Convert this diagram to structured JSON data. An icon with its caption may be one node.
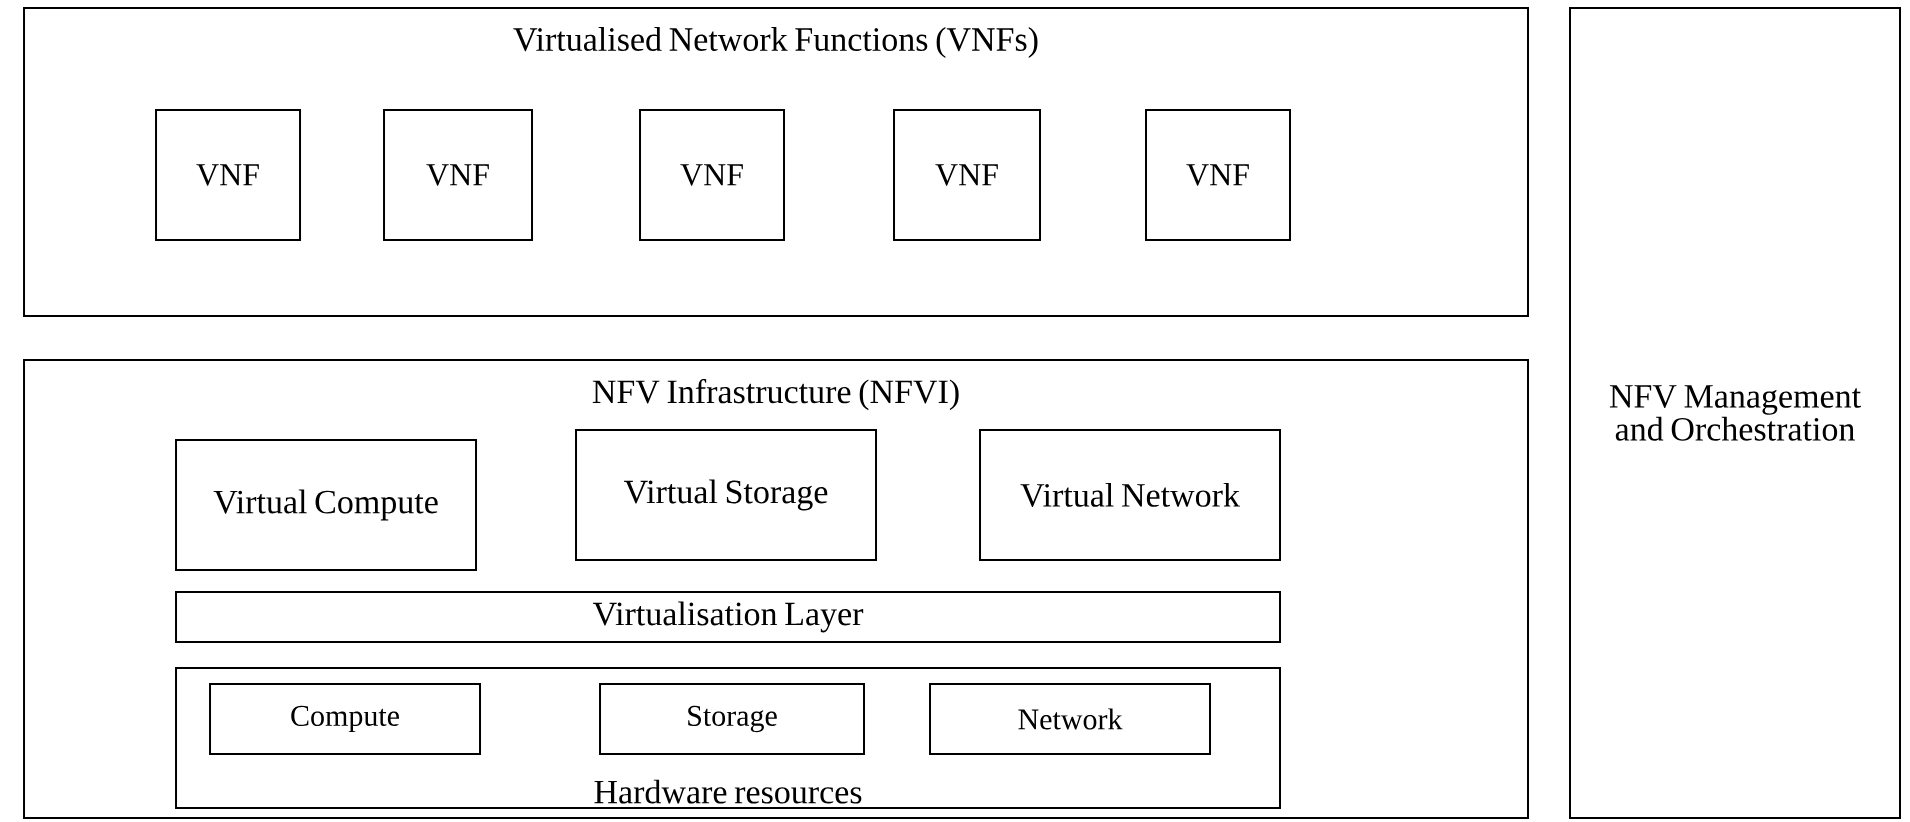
{
  "diagram": {
    "nodes": [
      {
        "text": [
          "Virtualised Network Functions (VNFs)"
        ]
      },
      {
        "text": [
          "VNF"
        ],
        "in": 0
      },
      {
        "text": [
          "VNF"
        ],
        "in": 0
      },
      {
        "text": [
          "VNF"
        ],
        "in": 0
      },
      {
        "text": [
          "VNF"
        ],
        "in": 0
      },
      {
        "text": [
          "VNF"
        ],
        "in": 0
      },
      {
        "text": [
          "NFV Infrastructure (NFVI)"
        ]
      },
      {
        "text": [
          "Virtual Compute"
        ],
        "in": 6
      },
      {
        "text": [
          "Virtual Storage"
        ],
        "in": 6
      },
      {
        "text": [
          "Virtual Network"
        ],
        "in": 6
      },
      {
        "text": [
          "Virtualisation Layer"
        ],
        "in": 6
      },
      {
        "text": [
          "Hardware resources"
        ],
        "in": 6
      },
      {
        "text": [
          "Compute"
        ],
        "in": 11
      },
      {
        "text": [
          "Storage"
        ],
        "in": 11
      },
      {
        "text": [
          "Network"
        ],
        "in": 11
      },
      {
        "text": [
          "NFV Management and Orchestration"
        ]
      }
    ]
  }
}
